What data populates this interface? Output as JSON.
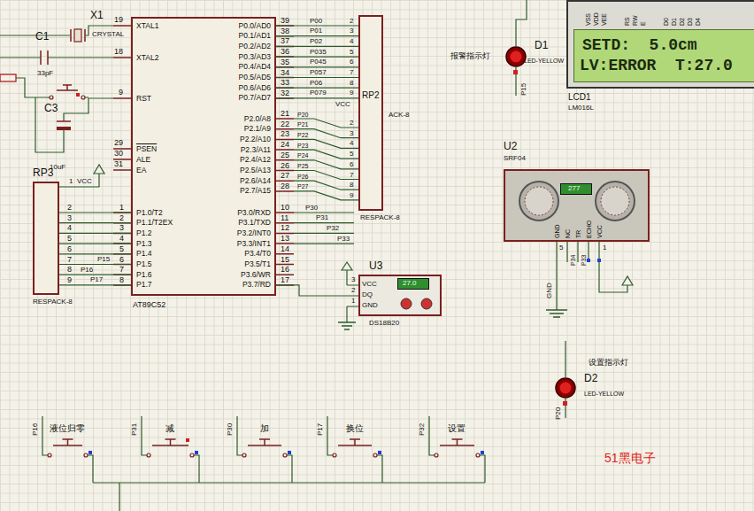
{
  "diagram": {
    "nodes": [
      {
        "text": [
          "AT89C52",
          "XTAL1",
          "XTAL2",
          "RST",
          "PSEN",
          "ALE",
          "EA",
          "P1.0/T2",
          "P1.1/T2EX",
          "P1.2",
          "P1.3",
          "P1.4",
          "P1.5",
          "P1.6",
          "P1.7",
          "P0.0/AD0",
          "P0.1/AD1",
          "P0.2/AD2",
          "P0.3/AD3",
          "P0.4/AD4",
          "P0.5/AD5",
          "P0.6/AD6",
          "P0.7/AD7",
          "P2.0/A8",
          "P2.1/A9",
          "P2.2/A10",
          "P2.3/A11",
          "P2.4/A12",
          "P2.5/A13",
          "P2.6/A14",
          "P2.7/A15",
          "P3.0/RXD",
          "P3.1/TXD",
          "P3.2/INT0",
          "P3.3/INT1",
          "P3.4/T0",
          "P3.5/T1",
          "P3.6/WR",
          "P3.7/RD"
        ]
      },
      {
        "text": [
          "RP2",
          "ACK-8",
          "RESPACK-8"
        ]
      },
      {
        "text": [
          "D1",
          "LED-YELLOW",
          "报警指示灯"
        ]
      },
      {
        "text": [
          "SETD:  5.0cm",
          "LV:ERROR  T:27.0",
          "LCD1",
          "LM016L"
        ]
      },
      {
        "text": [
          "RP3",
          "RESPACK-8"
        ]
      },
      {
        "text": [
          "U2",
          "SRF04",
          "277",
          "GND",
          "NC",
          "TR",
          "ECHO",
          "VCC"
        ]
      },
      {
        "text": [
          "U3",
          "VCC",
          "DQ",
          "GND",
          "27.0",
          "DS18B20"
        ]
      },
      {
        "text": [
          "D2",
          "LED-YELLOW",
          "设置指示灯"
        ]
      }
    ],
    "edges": [
      {
        "from": 0,
        "to": 4,
        "arrow": "none"
      },
      {
        "from": 0,
        "to": 4,
        "arrow": "none"
      },
      {
        "from": 0,
        "to": 4,
        "arrow": "none"
      },
      {
        "from": 0,
        "to": 4,
        "arrow": "none"
      },
      {
        "from": 0,
        "to": 4,
        "arrow": "none"
      },
      {
        "from": 0,
        "to": 4,
        "arrow": "none"
      },
      {
        "from": 0,
        "to": 4,
        "arrow": "none"
      },
      {
        "from": 0,
        "to": 4,
        "arrow": "none"
      },
      {
        "from": 0,
        "to": 1,
        "arrow": "none"
      },
      {
        "from": 0,
        "to": 1,
        "arrow": "none"
      },
      {
        "from": 0,
        "to": 1,
        "arrow": "none"
      },
      {
        "from": 0,
        "to": 1,
        "arrow": "none"
      },
      {
        "from": 0,
        "to": 1,
        "arrow": "none"
      },
      {
        "from": 0,
        "to": 1,
        "arrow": "none"
      },
      {
        "from": 0,
        "to": 1,
        "arrow": "none"
      },
      {
        "from": 0,
        "to": 1,
        "arrow": "none"
      },
      {
        "from": 0,
        "to": 6,
        "arrow": "none"
      }
    ],
    "labels": [
      "X1",
      "CRYSTAL",
      "C1",
      "33pF",
      "C3",
      "10uF",
      "19",
      "18",
      "9",
      "29",
      "30",
      "31",
      "1",
      "2",
      "3",
      "4",
      "5",
      "6",
      "7",
      "8",
      "39",
      "38",
      "37",
      "36",
      "35",
      "34",
      "33",
      "32",
      "21",
      "22",
      "23",
      "24",
      "25",
      "26",
      "27",
      "28",
      "10",
      "11",
      "12",
      "13",
      "14",
      "15",
      "16",
      "17",
      "P00",
      "P01",
      "P02",
      "P035",
      "P045",
      "P057",
      "P06",
      "P079",
      "2",
      "3",
      "4",
      "5",
      "6",
      "7",
      "8",
      "9",
      "VCC",
      "P20",
      "P21",
      "P22",
      "P23",
      "P24",
      "P25",
      "P26",
      "P27",
      "2",
      "3",
      "4",
      "5",
      "6",
      "7",
      "8",
      "9",
      "P30",
      "P31",
      "P32",
      "P33",
      "1",
      "VCC",
      "2",
      "3",
      "4",
      "5",
      "6",
      "7",
      "8",
      "9",
      "P15",
      "P16",
      "P17",
      "VSS",
      "VDD",
      "VEE",
      "RS",
      "RW",
      "E",
      "D0",
      "D1",
      "D2",
      "D3",
      "D4",
      "P15",
      "5",
      "P34",
      "P33",
      "1",
      "GND",
      "P20",
      "P16",
      "液位归零",
      "P31",
      "减",
      "P30",
      "加",
      "P17",
      "换位",
      "P32",
      "设置",
      "51黑电子",
      "3",
      "2",
      "1"
    ]
  }
}
